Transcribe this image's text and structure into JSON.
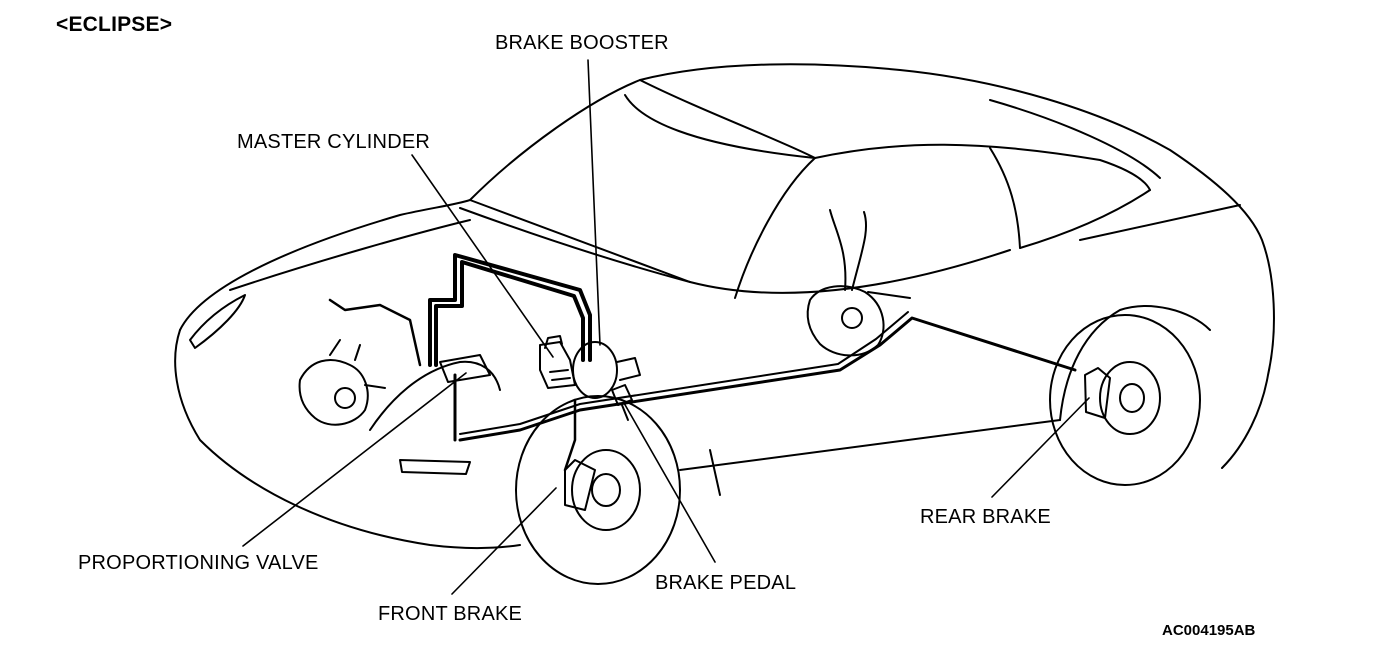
{
  "diagram": {
    "title": "<ECLIPSE>",
    "labels": {
      "brake_booster": "BRAKE BOOSTER",
      "master_cylinder": "MASTER CYLINDER",
      "proportioning_valve": "PROPORTIONING VALVE",
      "front_brake": "FRONT BRAKE",
      "brake_pedal": "BRAKE PEDAL",
      "rear_brake": "REAR BRAKE"
    },
    "figure_code": "AC004195AB"
  }
}
